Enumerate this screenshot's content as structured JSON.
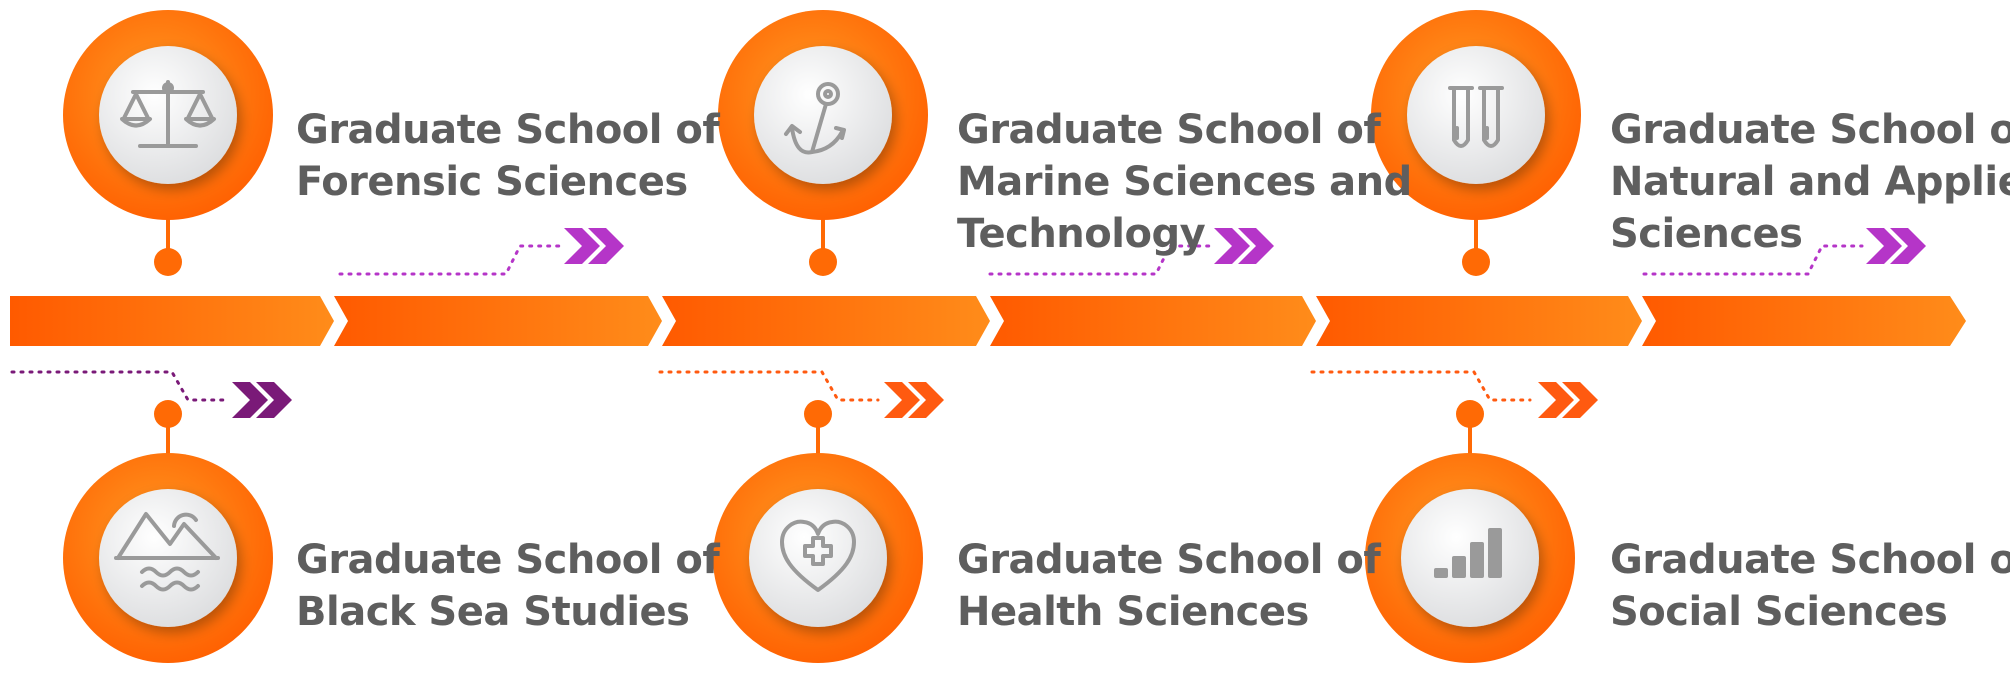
{
  "colors": {
    "orange_light": "#ff8a1e",
    "orange_dark": "#ff5a00",
    "arrow_top": "#b535c8",
    "arrow_bottom_first": "#7a1a78",
    "arrow_bottom_other": "#ff5a10",
    "icon_circle": "#ecedee",
    "icon_stroke": "#9a9a9a",
    "text": "#5e5e5e"
  },
  "timeline": {
    "segments": 6
  },
  "schools": [
    {
      "position": "top",
      "icon": "scales-icon",
      "lines": [
        "Graduate School of",
        "Forensic Sciences"
      ]
    },
    {
      "position": "top",
      "icon": "anchor-icon",
      "lines": [
        "Graduate School of",
        "Marine Sciences and",
        "Technology"
      ]
    },
    {
      "position": "top",
      "icon": "test-tubes-icon",
      "lines": [
        "Graduate School of",
        "Natural and Applied",
        "Sciences"
      ]
    },
    {
      "position": "bottom",
      "icon": "mountains-waves-icon",
      "lines": [
        "Graduate School of",
        "Black Sea Studies"
      ]
    },
    {
      "position": "bottom",
      "icon": "heart-plus-icon",
      "lines": [
        "Graduate School of",
        "Health Sciences"
      ]
    },
    {
      "position": "bottom",
      "icon": "bar-chart-icon",
      "lines": [
        "Graduate School of",
        "Social Sciences"
      ]
    }
  ]
}
